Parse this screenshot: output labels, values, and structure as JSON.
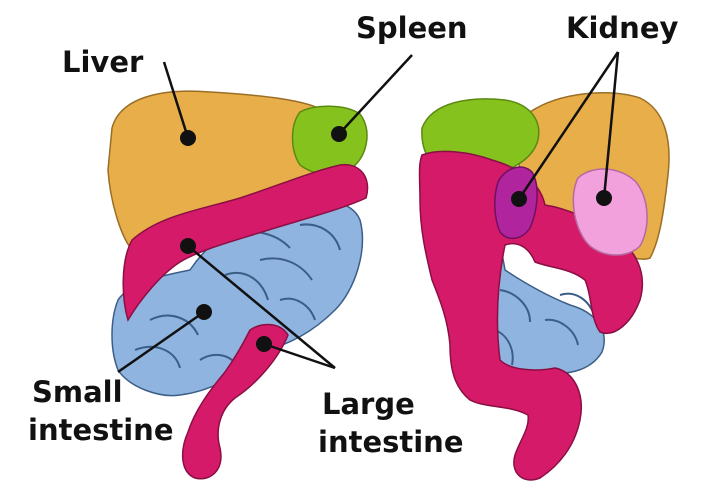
{
  "labels": {
    "liver": "Liver",
    "spleen": "Spleen",
    "kidney": "Kidney",
    "small_intestine": [
      "Small",
      "intestine"
    ],
    "large_intestine": [
      "Large",
      "intestine"
    ]
  },
  "colors": {
    "liver": "#e8ae4a",
    "spleen": "#86c21d",
    "kidney_left": "#b0259e",
    "kidney_right": "#f3a1dd",
    "small_intestine": "#8fb4e0",
    "large_intestine": "#d51a6a",
    "marker": "#111111",
    "background": "#ffffff"
  }
}
